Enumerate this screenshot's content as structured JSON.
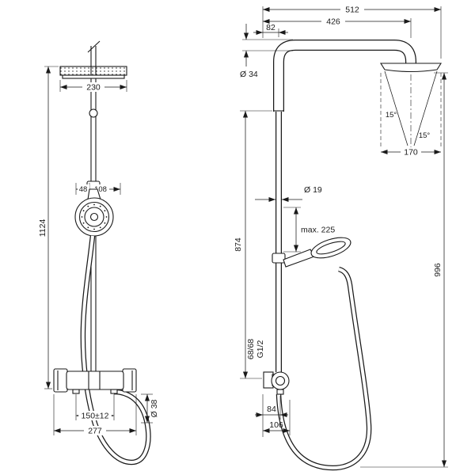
{
  "drawing": {
    "front": {
      "head_width": "230",
      "total_height": "1124",
      "hand_offset": "48",
      "hand_width": "108",
      "valve_centers": "150±12",
      "valve_width": "277",
      "hose_dia": "Ø 38"
    },
    "side": {
      "depth_total": "512",
      "head_center": "426",
      "wall_offset": "82",
      "arm_dia": "Ø 34",
      "spray_angle_left": "15°",
      "spray_angle_right": "15°",
      "head_depth": "170",
      "bar_dia": "Ø 19",
      "bar_height": "874",
      "hand_max": "max. 225",
      "total_height": "996",
      "conn_spacing": "68/68",
      "thread": "G1/2",
      "outlet_a": "84",
      "outlet_b": "106"
    }
  }
}
